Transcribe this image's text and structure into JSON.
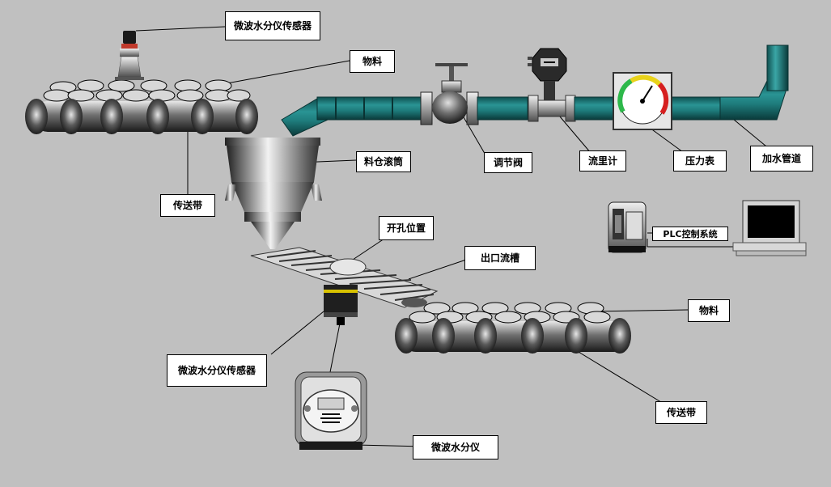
{
  "labels": {
    "sensor_top": "微波水分仪传感器",
    "material_top": "物料",
    "conveyor_top": "传送带",
    "hopper": "料仓滚筒",
    "opening": "开孔位置",
    "outlet": "出口流槽",
    "valve": "调节阀",
    "flowmeter": "流里计",
    "pressure_gauge": "压力表",
    "water_pipe": "加水管道",
    "plc": "PLC控制系统",
    "material_bottom": "物料",
    "conveyor_bottom": "传送带",
    "sensor_bottom": "微波水分仪传感器",
    "analyzer": "微波水分仪"
  },
  "colors": {
    "background": "#c0c0c0",
    "pipe": "#1e7b7b",
    "pipe_dark": "#0d4d4d",
    "gauge_green": "#2db84a",
    "gauge_yellow": "#e8d21a",
    "gauge_red": "#d62020"
  }
}
